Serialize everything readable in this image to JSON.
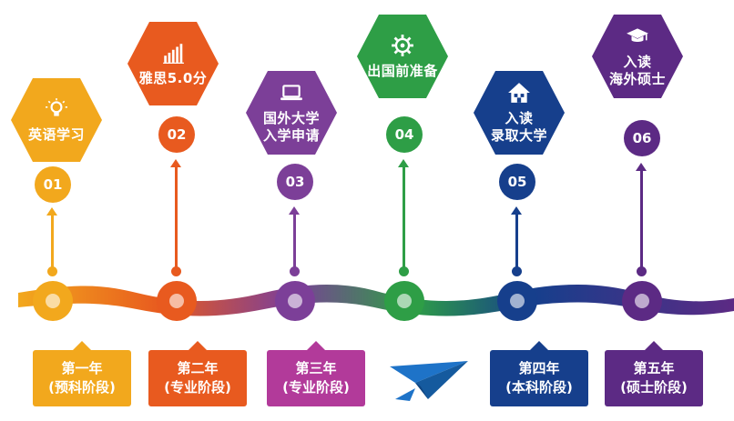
{
  "steps": [
    {
      "num": "01",
      "title_lines": [
        "英语学习"
      ],
      "icon": "lightbulb-icon",
      "color": "#F2A81D"
    },
    {
      "num": "02",
      "title_lines": [
        "雅思5.0分"
      ],
      "icon": "bar-chart-icon",
      "color": "#E85A1F"
    },
    {
      "num": "03",
      "title_lines": [
        "国外大学",
        "入学申请"
      ],
      "icon": "laptop-icon",
      "color": "#7C3F98"
    },
    {
      "num": "04",
      "title_lines": [
        "出国前准备"
      ],
      "icon": "gear-icon",
      "color": "#2E9E46"
    },
    {
      "num": "05",
      "title_lines": [
        "入读",
        "录取大学"
      ],
      "icon": "house-icon",
      "color": "#163F8C"
    },
    {
      "num": "06",
      "title_lines": [
        "入读",
        "海外硕士"
      ],
      "icon": "graduation-cap-icon",
      "color": "#5C2A84"
    }
  ],
  "stages": [
    {
      "line1": "第一年",
      "line2": "(预科阶段)",
      "color": "#F2A81D"
    },
    {
      "line1": "第二年",
      "line2": "(专业阶段)",
      "color": "#E85A1F"
    },
    {
      "line1": "第三年",
      "line2": "(专业阶段)",
      "color": "#B23A9A"
    },
    {
      "line1": "第四年",
      "line2": "(本科阶段)",
      "color": "#163F8C"
    },
    {
      "line1": "第五年",
      "line2": "(硕士阶段)",
      "color": "#5C2A84"
    }
  ],
  "plane_color": "#1E73C8"
}
